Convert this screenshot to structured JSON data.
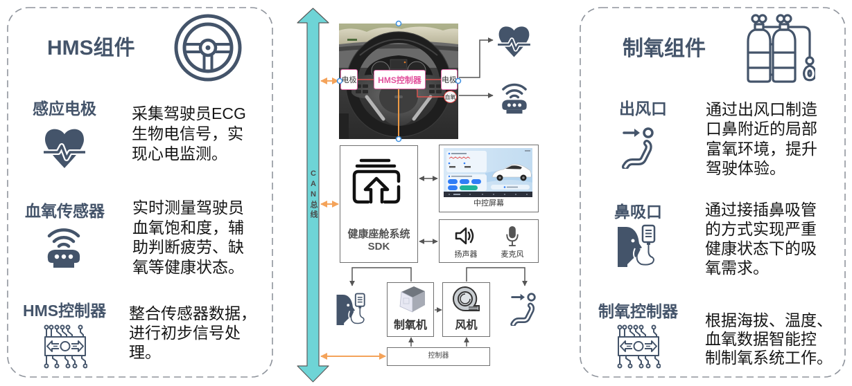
{
  "hms_panel": {
    "title": "HMS组件",
    "title_icon": "steering-wheel-icon",
    "items": [
      {
        "label": "感应电极",
        "icon": "heart-pulse-icon",
        "description_lines": [
          "采集驾驶员ECG",
          "生物电信号，实",
          "现心电监测。"
        ]
      },
      {
        "label": "血氧传感器",
        "icon": "wireless-sensor-icon",
        "description_lines": [
          "实时测量驾驶员",
          "血氧饱和度，辅",
          "助判断疲劳、缺",
          "氧等健康状态。"
        ]
      },
      {
        "label": "HMS控制器",
        "icon": "circuit-chip-icon",
        "description_lines": [
          "整合传感器数据，",
          "进行初步信号处",
          "理。"
        ]
      }
    ]
  },
  "oxygen_panel": {
    "title": "制氧组件",
    "title_icon": "oxygen-tank-icon",
    "items": [
      {
        "label": "出风口",
        "icon": "seat-airflow-icon",
        "description_lines": [
          "通过出风口制造",
          "口鼻附近的局部",
          "富氧环境，提升",
          "驾驶体验。"
        ]
      },
      {
        "label": "鼻吸口",
        "icon": "nasal-cannula-icon",
        "description_lines": [
          "通过接插鼻吸管",
          "的方式实现严重",
          "健康状态下的吸",
          "氧需求。"
        ]
      },
      {
        "label": "制氧控制器",
        "icon": "circuit-chip-icon",
        "description_lines": [
          "根据海拔、温度、",
          "血氧数据智能控",
          "制制氧系统工作。"
        ]
      }
    ]
  },
  "diagram": {
    "can_bus": {
      "label": "CAN总线"
    },
    "steering_photo": {
      "electrode_left": "电极",
      "controller": "HMS控制器",
      "electrode_right": "电极",
      "spo2": "血氧"
    },
    "sdk": {
      "title": "健康座舱系统",
      "subtitle": "SDK",
      "icon": "app-upload-icon"
    },
    "screen": {
      "label": "中控屏幕"
    },
    "audio": {
      "speaker_label": "扬声器",
      "mic_label": "麦克风"
    },
    "oxygen_generator": {
      "label": "制氧机"
    },
    "fan": {
      "label": "风机"
    },
    "controller": {
      "label": "控制器"
    },
    "outputs": {
      "ecg_icon": "heart-pulse-icon",
      "spo2_icon": "wireless-sensor-icon",
      "nasal_icon": "nasal-cannula-icon",
      "vent_icon": "seat-airflow-icon"
    }
  },
  "colors": {
    "label": "#44546a",
    "can_bus": "#6ed4d6",
    "bus_link": "#f4a35a",
    "tag_border": "#e26aa8",
    "tag_text": "#e2519c",
    "wire_red": "#d9534f",
    "connector": "#555555",
    "anchor_dot": "#3d8fe0"
  }
}
